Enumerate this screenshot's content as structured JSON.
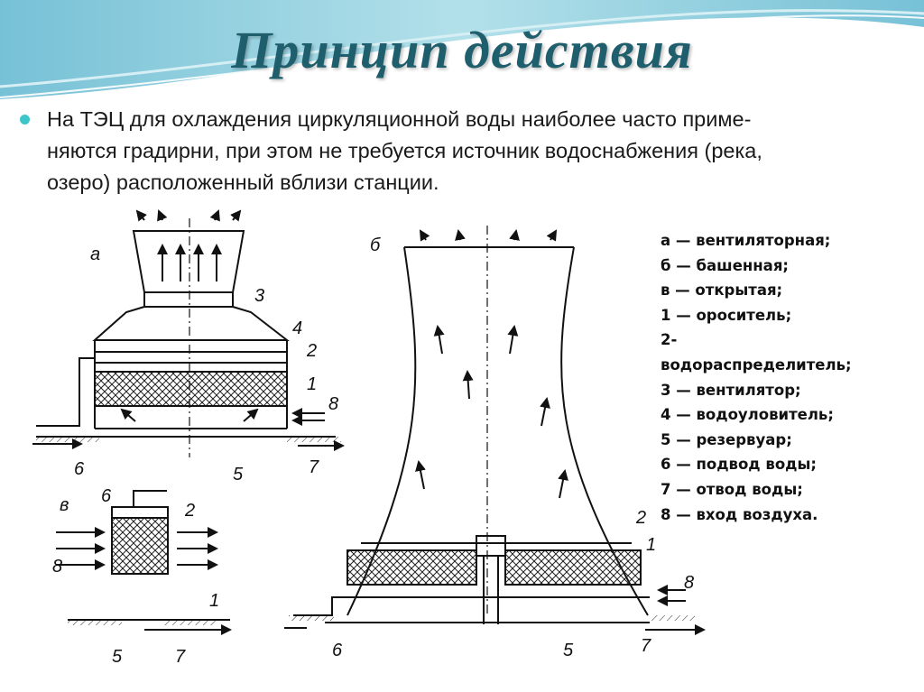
{
  "title": "Принцип действия",
  "bullet": {
    "lines": [
      "На ТЭЦ для охлаждения циркуляционной воды наиболее часто приме-",
      "няются градирни, при этом не требуется источник водоснабжения (река,",
      "озеро) расположенный вблизи станции."
    ]
  },
  "figure": {
    "panel_labels": {
      "a": "а",
      "b": "б",
      "v": "в"
    },
    "callouts": {
      "a": [
        "3",
        "4",
        "2",
        "1",
        "8",
        "7",
        "5",
        "6"
      ],
      "b": [
        "2",
        "1",
        "8",
        "7",
        "5",
        "6"
      ],
      "v": [
        "6",
        "2",
        "8",
        "1",
        "5",
        "7"
      ]
    }
  },
  "legend": [
    "а — вентиляторная;",
    "б — башенная;",
    "в — открытая;",
    "1 — ороситель;",
    "2-",
    "водораспределитель;",
    "3 — вентилятор;",
    "4 — водоуловитель;",
    "5 — резервуар;",
    "6 — подвод воды;",
    "7 — отвод воды;",
    "8 — вход воздуха."
  ],
  "colors": {
    "title": "#1f5f6d",
    "bullet": "#3cc6c9",
    "wave": "#7cc6d8"
  }
}
